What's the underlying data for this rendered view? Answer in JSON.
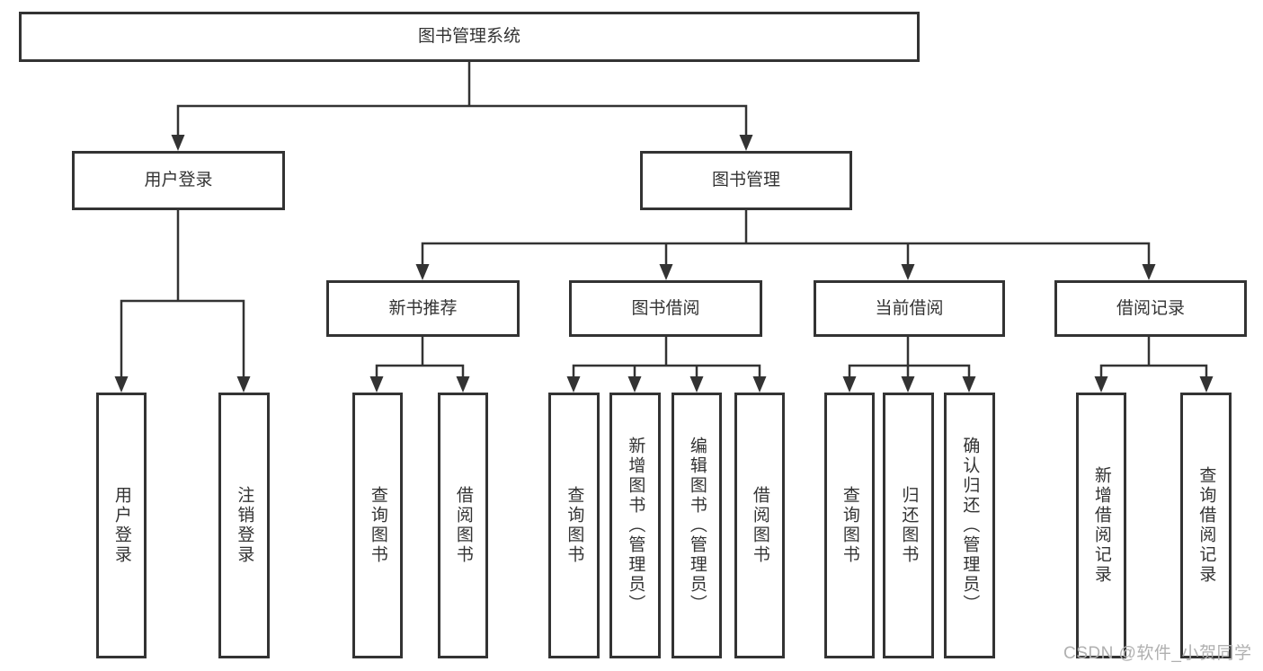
{
  "nodes": {
    "root": "图书管理系统",
    "level2": [
      "用户登录",
      "图书管理"
    ],
    "level3": [
      "新书推荐",
      "图书借阅",
      "当前借阅",
      "借阅记录"
    ],
    "leaves": [
      "用户登录",
      "注销登录",
      "查询图书",
      "借阅图书",
      "查询图书",
      "新增图书（管理员）",
      "编辑图书（管理员）",
      "借阅图书",
      "查询图书",
      "归还图书",
      "确认归还（管理员）",
      "新增借阅记录",
      "查询借阅记录"
    ]
  },
  "watermark": "CSDN @软件_小贺同学",
  "colors": {
    "line": "#333333",
    "text": "#333333",
    "background": "#ffffff",
    "watermark": "#b0b0b0"
  }
}
